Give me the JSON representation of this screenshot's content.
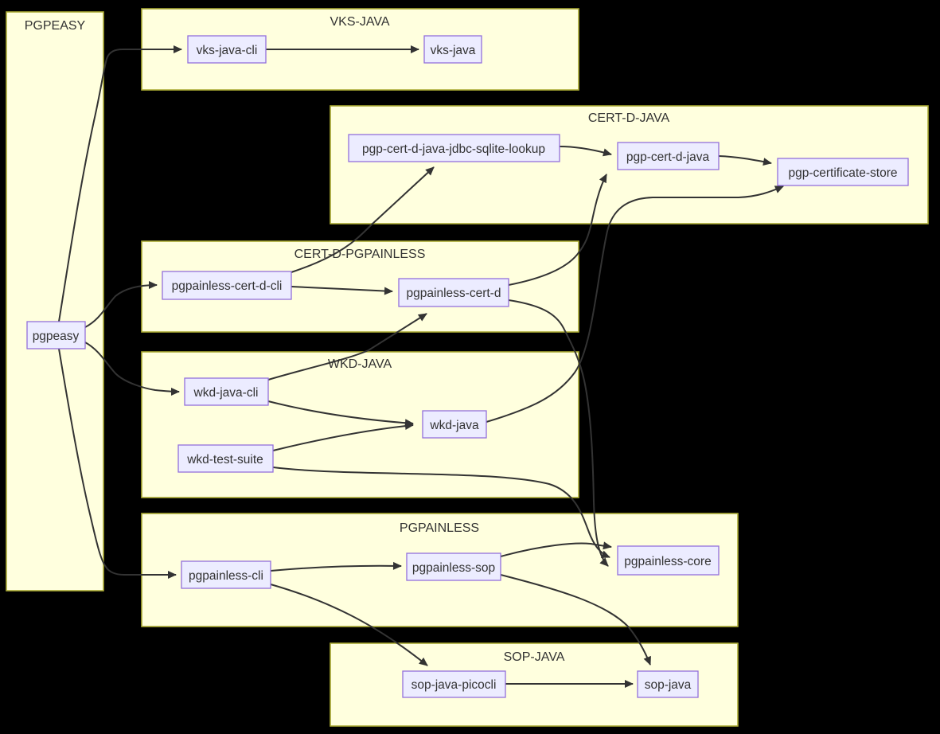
{
  "diagram": {
    "type": "dependency-flowchart",
    "direction": "LR",
    "colors": {
      "background": "#000000",
      "cluster_fill": "#ffffde",
      "cluster_border": "#aaaa33",
      "node_fill": "#ececff",
      "node_border": "#9370db",
      "edge": "#333333",
      "text": "#333333"
    },
    "clusters": [
      {
        "id": "pgpeasy",
        "label": "PGPEASY"
      },
      {
        "id": "vks-java",
        "label": "VKS-JAVA"
      },
      {
        "id": "cert-d-java",
        "label": "CERT-D-JAVA"
      },
      {
        "id": "cert-d-pgpainless",
        "label": "CERT-D-PGPAINLESS"
      },
      {
        "id": "wkd-java",
        "label": "WKD-JAVA"
      },
      {
        "id": "pgpainless",
        "label": "PGPAINLESS"
      },
      {
        "id": "sop-java",
        "label": "SOP-JAVA"
      }
    ],
    "nodes": [
      {
        "id": "pgpeasy",
        "label": "pgpeasy"
      },
      {
        "id": "vks-java-cli",
        "label": "vks-java-cli"
      },
      {
        "id": "vks-java",
        "label": "vks-java"
      },
      {
        "id": "pgp-cert-d-java-jdbc-sqlite-lookup",
        "label": "pgp-cert-d-java-jdbc-sqlite-lookup"
      },
      {
        "id": "pgp-cert-d-java",
        "label": "pgp-cert-d-java"
      },
      {
        "id": "pgp-certificate-store",
        "label": "pgp-certificate-store"
      },
      {
        "id": "pgpainless-cert-d-cli",
        "label": "pgpainless-cert-d-cli"
      },
      {
        "id": "pgpainless-cert-d",
        "label": "pgpainless-cert-d"
      },
      {
        "id": "wkd-java-cli",
        "label": "wkd-java-cli"
      },
      {
        "id": "wkd-java",
        "label": "wkd-java"
      },
      {
        "id": "wkd-test-suite",
        "label": "wkd-test-suite"
      },
      {
        "id": "pgpainless-cli",
        "label": "pgpainless-cli"
      },
      {
        "id": "pgpainless-sop",
        "label": "pgpainless-sop"
      },
      {
        "id": "pgpainless-core",
        "label": "pgpainless-core"
      },
      {
        "id": "sop-java-picocli",
        "label": "sop-java-picocli"
      },
      {
        "id": "sop-java",
        "label": "sop-java"
      }
    ],
    "edges": [
      {
        "from": "pgpeasy",
        "to": "vks-java-cli"
      },
      {
        "from": "pgpeasy",
        "to": "pgpainless-cert-d-cli"
      },
      {
        "from": "pgpeasy",
        "to": "wkd-java-cli"
      },
      {
        "from": "pgpeasy",
        "to": "pgpainless-cli"
      },
      {
        "from": "vks-java-cli",
        "to": "vks-java"
      },
      {
        "from": "pgp-cert-d-java-jdbc-sqlite-lookup",
        "to": "pgp-cert-d-java"
      },
      {
        "from": "pgp-cert-d-java",
        "to": "pgp-certificate-store"
      },
      {
        "from": "pgpainless-cert-d-cli",
        "to": "pgp-cert-d-java-jdbc-sqlite-lookup"
      },
      {
        "from": "pgpainless-cert-d-cli",
        "to": "pgpainless-cert-d"
      },
      {
        "from": "pgpainless-cert-d",
        "to": "pgp-cert-d-java"
      },
      {
        "from": "pgpainless-cert-d",
        "to": "pgpainless-core"
      },
      {
        "from": "wkd-java-cli",
        "to": "pgpainless-cert-d"
      },
      {
        "from": "wkd-java-cli",
        "to": "wkd-java"
      },
      {
        "from": "wkd-test-suite",
        "to": "wkd-java"
      },
      {
        "from": "wkd-test-suite",
        "to": "pgpainless-core"
      },
      {
        "from": "wkd-java",
        "to": "pgp-certificate-store"
      },
      {
        "from": "pgpainless-cli",
        "to": "pgpainless-sop"
      },
      {
        "from": "pgpainless-cli",
        "to": "sop-java-picocli"
      },
      {
        "from": "pgpainless-sop",
        "to": "pgpainless-core"
      },
      {
        "from": "pgpainless-sop",
        "to": "sop-java"
      },
      {
        "from": "sop-java-picocli",
        "to": "sop-java"
      }
    ]
  }
}
